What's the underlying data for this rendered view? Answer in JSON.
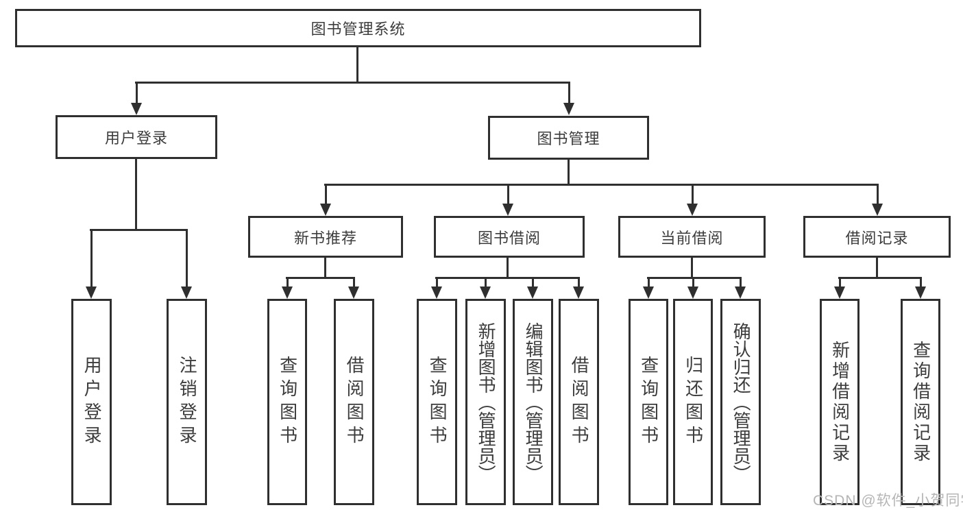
{
  "watermark": "CSDN @软件_小贺同学",
  "colors": {
    "line": "#2f2f2f",
    "text": "#3c3c3c",
    "watermark": "#b5b5b5",
    "background": "#ffffff"
  },
  "tree": {
    "label": "图书管理系统",
    "children": [
      {
        "label": "用户登录",
        "children": [
          {
            "label": "用户登录"
          },
          {
            "label": "注销登录"
          }
        ]
      },
      {
        "label": "图书管理",
        "children": [
          {
            "label": "新书推荐",
            "children": [
              {
                "label": "查询图书"
              },
              {
                "label": "借阅图书"
              }
            ]
          },
          {
            "label": "图书借阅",
            "children": [
              {
                "label": "查询图书"
              },
              {
                "label": "新增图书（管理员）"
              },
              {
                "label": "编辑图书（管理员）"
              },
              {
                "label": "借阅图书"
              }
            ]
          },
          {
            "label": "当前借阅",
            "children": [
              {
                "label": "查询图书"
              },
              {
                "label": "归还图书"
              },
              {
                "label": "确认归还（管理员）"
              }
            ]
          },
          {
            "label": "借阅记录",
            "children": [
              {
                "label": "新增借阅记录"
              },
              {
                "label": "查询借阅记录"
              }
            ]
          }
        ]
      }
    ]
  }
}
